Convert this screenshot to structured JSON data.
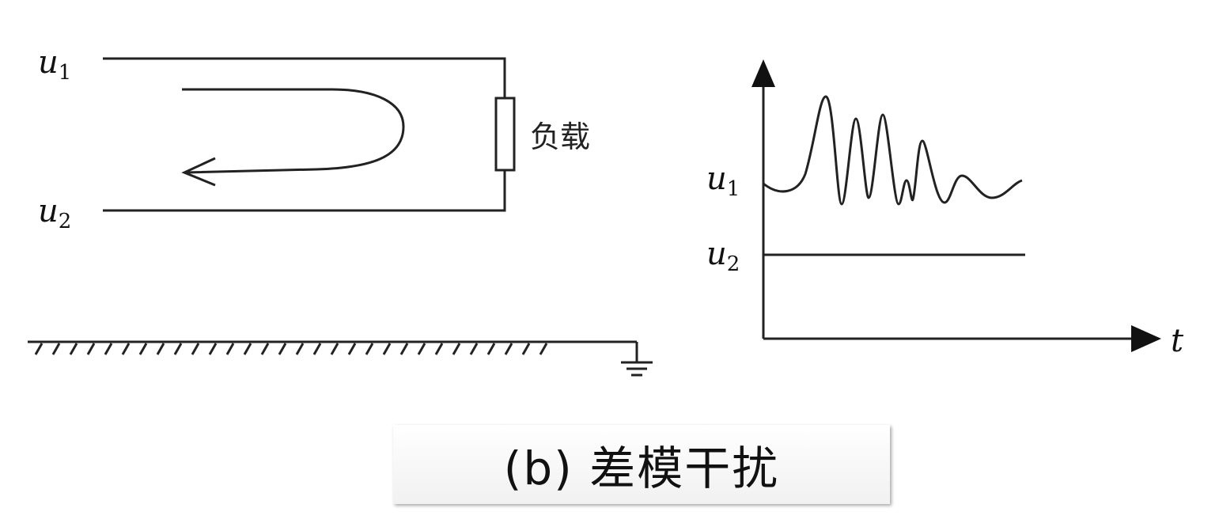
{
  "circuit": {
    "line1_label": "u",
    "line1_sub": "1",
    "line2_label": "u",
    "line2_sub": "2",
    "load_label": "负载"
  },
  "waveform": {
    "u1_label": "u",
    "u1_sub": "1",
    "u2_label": "u",
    "u2_sub": "2",
    "time_axis_label": "t"
  },
  "caption": "(b) 差模干扰"
}
